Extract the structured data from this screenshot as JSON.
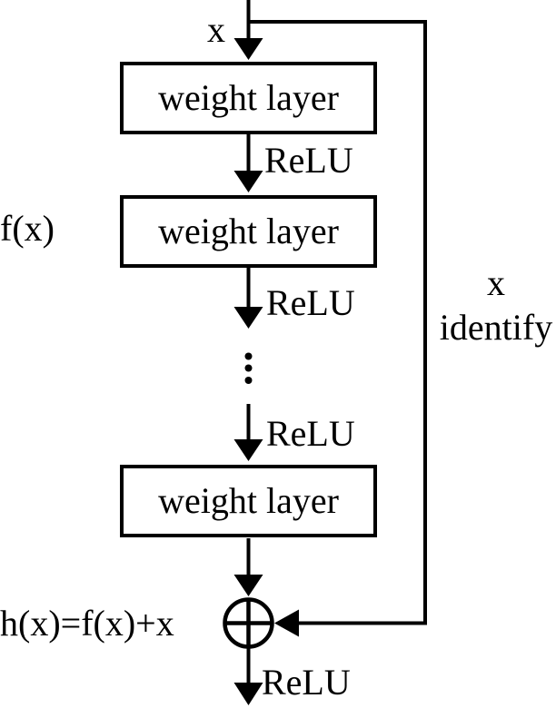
{
  "colors": {
    "line": "#000000",
    "background": "#ffffff"
  },
  "diagram": {
    "type": "residual-block-flowchart",
    "input_label": "x",
    "weight_layers": [
      {
        "label": "weight layer"
      },
      {
        "label": "weight layer"
      },
      {
        "label": "weight layer"
      }
    ],
    "relu_labels": [
      "ReLU",
      "ReLU",
      "ReLU",
      "ReLU"
    ],
    "residual_function_label": "f(x)",
    "output_equation": "h(x)=f(x)+x",
    "skip_connection": {
      "label_top": "x",
      "label_bottom": "identify"
    },
    "sum_node_symbol": "circled-plus"
  }
}
